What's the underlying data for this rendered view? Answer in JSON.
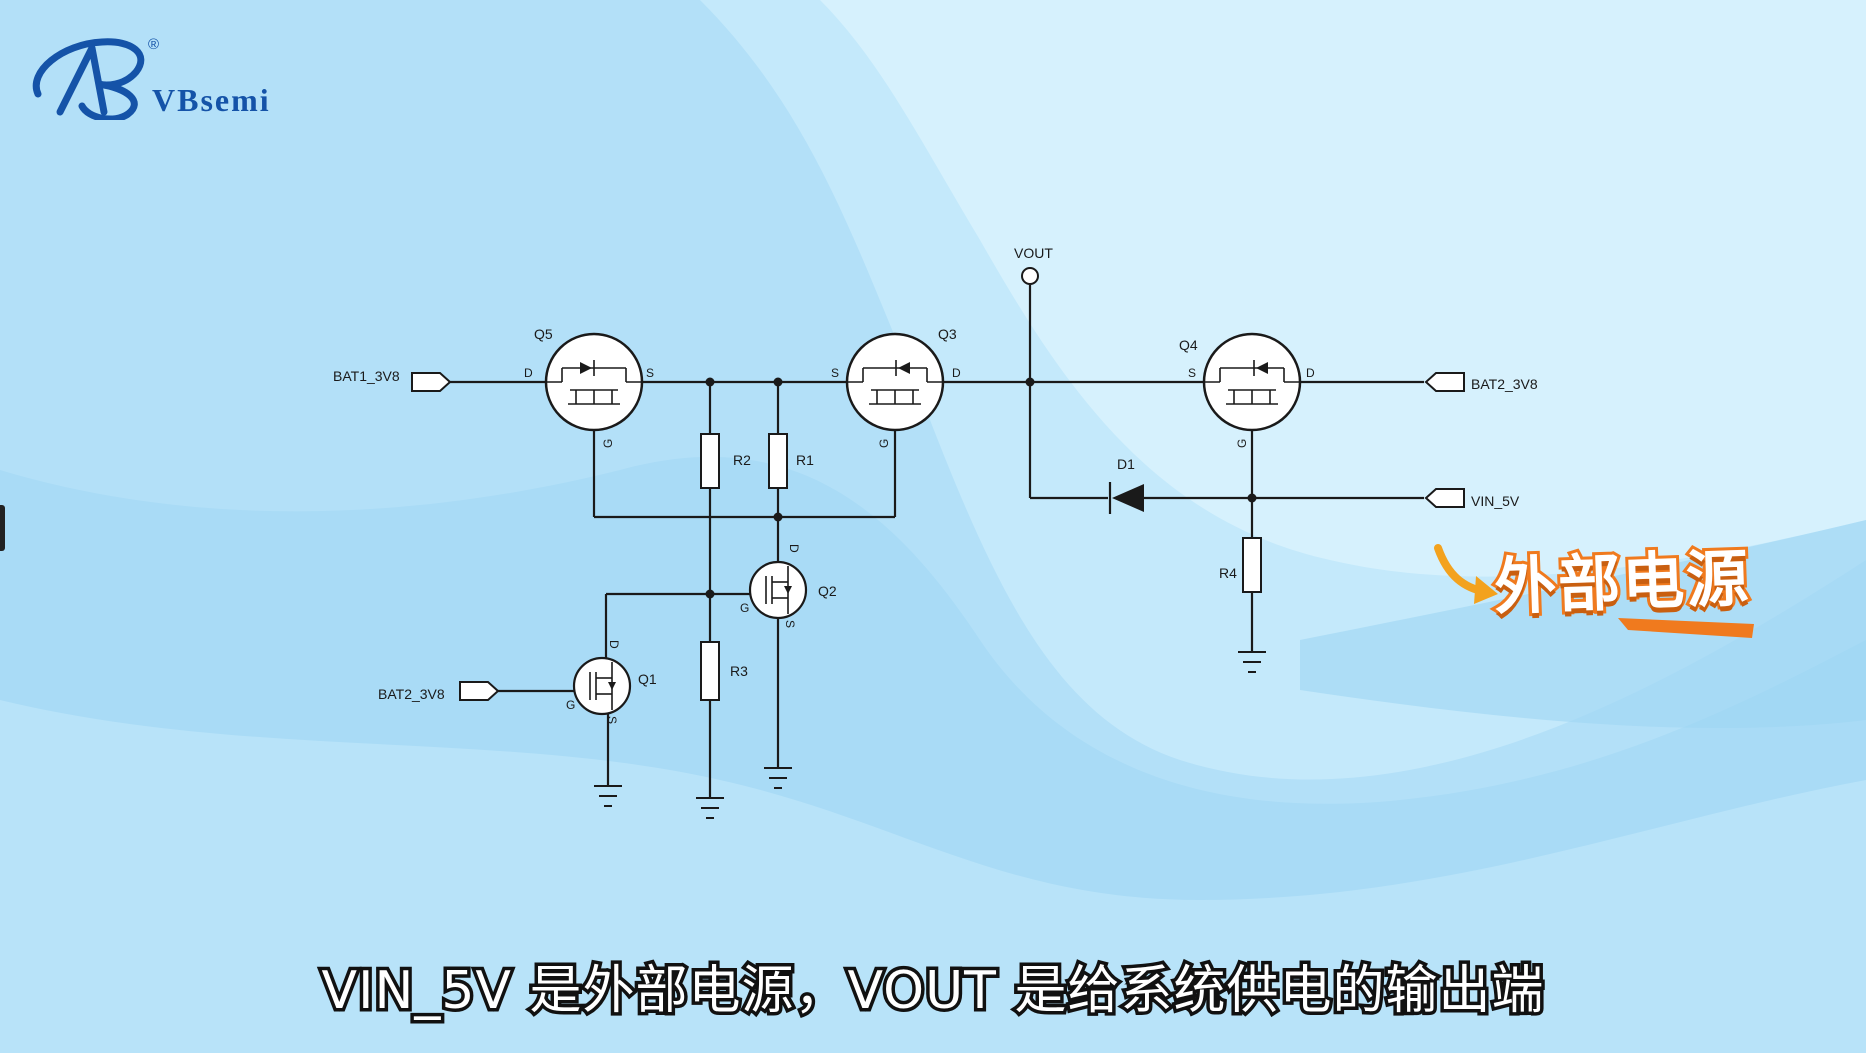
{
  "brand": {
    "name": "VBsemi",
    "registered": "®"
  },
  "callout": {
    "text": "外部电源",
    "arrow_icon": "curved-arrow-icon"
  },
  "subtitle": "VIN_5V 是外部电源，VOUT 是给系统供电的输出端",
  "schematic": {
    "ports": {
      "bat1": "BAT1_3V8",
      "bat2_right": "BAT2_3V8",
      "bat2_left": "BAT2_3V8",
      "vin": "VIN_5V",
      "vout": "VOUT"
    },
    "refs": {
      "q1": "Q1",
      "q2": "Q2",
      "q3": "Q3",
      "q4": "Q4",
      "q5": "Q5",
      "r1": "R1",
      "r2": "R2",
      "r3": "R3",
      "r4": "R4",
      "d1": "D1"
    },
    "pins": {
      "d": "D",
      "s": "S",
      "g": "G"
    }
  },
  "colors": {
    "accent": "#f07a1e",
    "brand": "#1553a8",
    "wire": "#1a1a1a"
  }
}
